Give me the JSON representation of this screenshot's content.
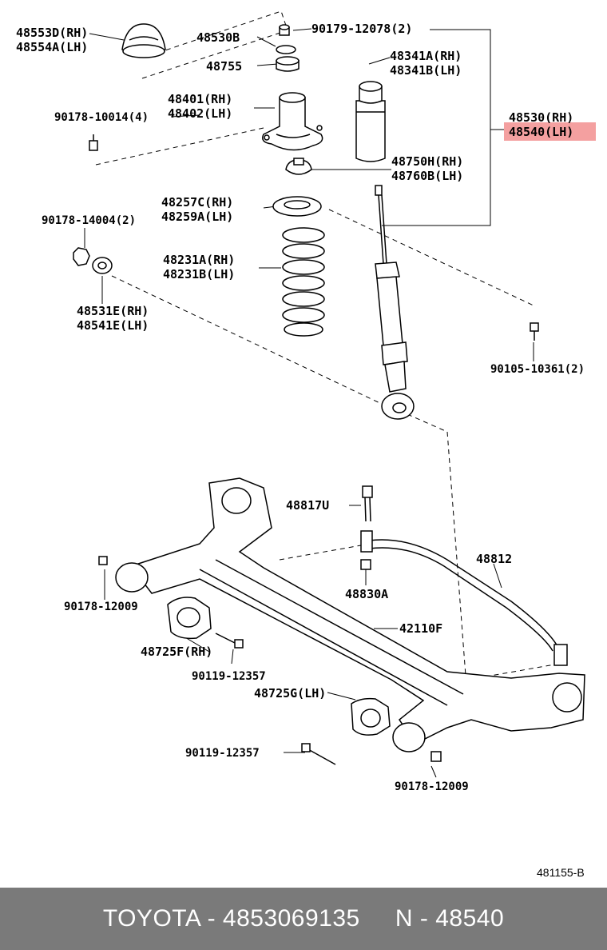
{
  "labels": {
    "l_48553D": "48553D(RH)",
    "l_48554A": "48554A(LH)",
    "l_48530B": "48530B",
    "l_90179": "90179-12078(2)",
    "l_48755": "48755",
    "l_48341A": "48341A(RH)",
    "l_48341B": "48341B(LH)",
    "l_48401": "48401(RH)",
    "l_48402": "48402(LH)",
    "l_90178_10014": "90178-10014(4)",
    "l_48530": "48530(RH)",
    "l_48540": "48540(LH)",
    "l_48750H": "48750H(RH)",
    "l_48760B": "48760B(LH)",
    "l_48257C": "48257C(RH)",
    "l_48259A": "48259A(LH)",
    "l_90178_14004": "90178-14004(2)",
    "l_48231A": "48231A(RH)",
    "l_48231B": "48231B(LH)",
    "l_48531E": "48531E(RH)",
    "l_48541E": "48541E(LH)",
    "l_90105": "90105-10361(2)",
    "l_48817U": "48817U",
    "l_48812": "48812",
    "l_90178_12009a": "90178-12009",
    "l_48830A": "48830A",
    "l_42110F": "42110F",
    "l_48725F": "48725F(RH)",
    "l_90119_a": "90119-12357",
    "l_48725G": "48725G(LH)",
    "l_90119_b": "90119-12357",
    "l_90178_12009b": "90178-12009",
    "l_code": "481155-B"
  },
  "highlight_color": "#f4a0a0",
  "footer": "TOYOTA - 4853069135     N - 48540"
}
